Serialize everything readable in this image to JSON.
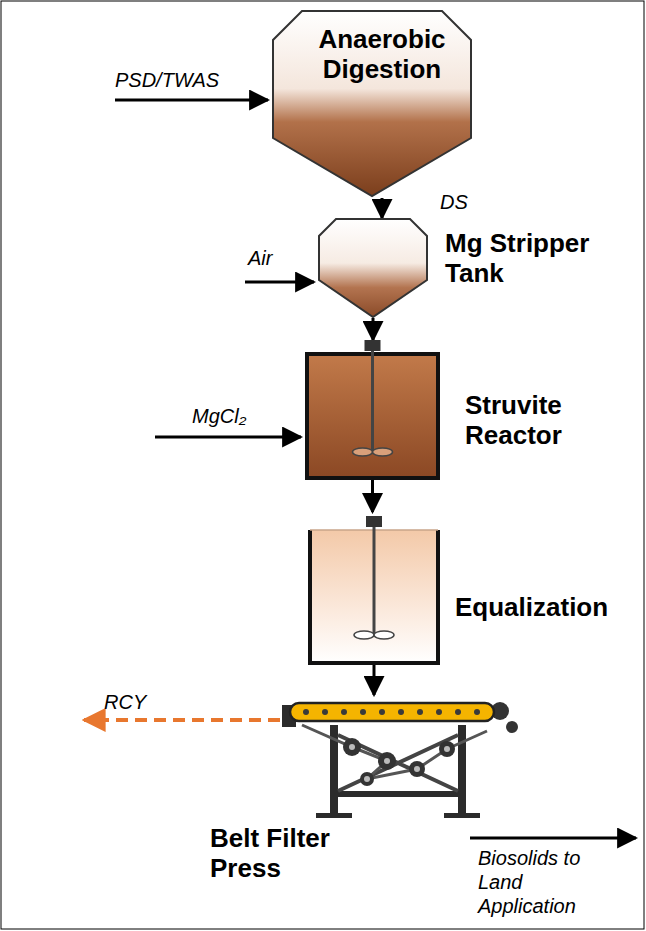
{
  "diagram": {
    "nodes": [
      {
        "text": [
          "Anaerobic Digestion"
        ]
      },
      {
        "text": [
          "Mg Stripper Tank"
        ]
      },
      {
        "text": [
          "Struvite Reactor"
        ]
      },
      {
        "text": [
          "Equalization"
        ]
      },
      {
        "text": [
          "Belt Filter Press"
        ]
      }
    ],
    "edges": [
      {
        "from": 0,
        "to": 1,
        "arrow": "to"
      },
      {
        "from": 1,
        "to": 2,
        "arrow": "to"
      },
      {
        "from": 2,
        "to": 3,
        "arrow": "to"
      },
      {
        "from": 3,
        "to": 4,
        "arrow": "to"
      }
    ],
    "labels": [
      "PSD/TWAS",
      "DS",
      "Air",
      "MgCl₂",
      "RCY",
      "Biosolids to Land Application"
    ]
  }
}
